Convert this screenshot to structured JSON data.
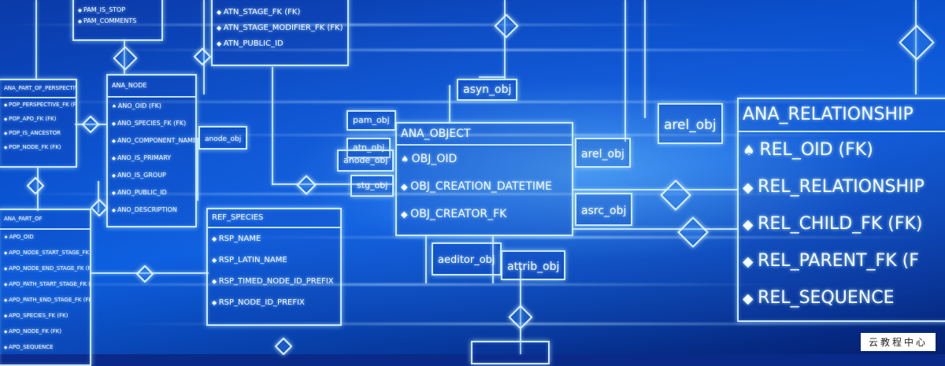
{
  "tables": {
    "pam": {
      "rows": [
        "PAM_IS_STOP",
        "PAM_COMMENTS"
      ]
    },
    "atn": {
      "rows": [
        "ATN_STAGE_FK (FK)",
        "ATN_STAGE_MODIFIER_FK (FK)",
        "ATN_PUBLIC_ID"
      ]
    },
    "perspective": {
      "title": "ANA_PART_OF_PERSPECTIVE",
      "rows": [
        "POP_PERSPECTIVE_FK (FK)",
        "POP_APO_FK (FK)",
        "POP_IS_ANCESTOR",
        "POP_NODE_FK (FK)"
      ]
    },
    "ana_node": {
      "title": "ANA_NODE",
      "rows": [
        "ANO_OID (FK)",
        "ANO_SPECIES_FK (FK)",
        "ANO_COMPONENT_NAME",
        "ANO_IS_PRIMARY",
        "ANO_IS_GROUP",
        "ANO_PUBLIC_ID",
        "ANO_DESCRIPTION"
      ]
    },
    "part_of": {
      "title": "ANA_PART_OF",
      "rows": [
        "APO_OID",
        "APO_NODE_START_STAGE_FK (FK)",
        "APO_NODE_END_STAGE_FK (FK)",
        "APO_PATH_START_STAGE_FK (FK)",
        "APO_PATH_END_STAGE_FK (FK)",
        "APO_SPECIES_FK (FK)",
        "APO_NODE_FK (FK)",
        "APO_SEQUENCE"
      ]
    },
    "species": {
      "title": "REF_SPECIES",
      "rows": [
        "RSP_NAME",
        "RSP_LATIN_NAME",
        "RSP_TIMED_NODE_ID_PREFIX",
        "RSP_NODE_ID_PREFIX"
      ]
    },
    "ana_object": {
      "title": "ANA_OBJECT",
      "rows": [
        "OBJ_OID",
        "OBJ_CREATION_DATETIME",
        "OBJ_CREATOR_FK"
      ]
    },
    "ana_relationship": {
      "title": "ANA_RELATIONSHIP",
      "rows": [
        "REL_OID (FK)",
        "REL_RELATIONSHIP",
        "REL_CHILD_FK (FK)",
        "REL_PARENT_FK (F",
        "REL_SEQUENCE"
      ]
    }
  },
  "labels": {
    "asyn_obj": "asyn_obj",
    "arel_obj_top": "arel_obj",
    "arel_obj": "arel_obj",
    "asrc_obj": "asrc_obj",
    "anode_obj_left": "anode_obj",
    "anode_obj": "anode_obj",
    "pam_obj": "pam_obj",
    "atn_obj": "atn_obj",
    "stg_obj": "stg_obj",
    "aeditor_obj": "aeditor_obj",
    "attrib_obj": "attrib_obj"
  },
  "watermark": "云教程中心",
  "colors": {
    "background": "#0a52d0",
    "line": "#d2f0ff"
  }
}
